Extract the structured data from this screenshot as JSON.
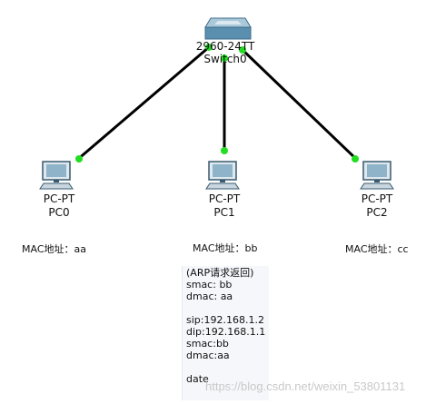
{
  "switch": {
    "model": "2960-24TT",
    "name": "Switch0"
  },
  "pcs": [
    {
      "type": "PC-PT",
      "name": "PC0",
      "mac_label": "MAC地址：aa"
    },
    {
      "type": "PC-PT",
      "name": "PC1",
      "mac_label": "MAC地址：bb"
    },
    {
      "type": "PC-PT",
      "name": "PC2",
      "mac_label": "MAC地址：cc"
    }
  ],
  "packet": {
    "lines": [
      "(ARP请求返回)",
      "smac: bb",
      "dmac: aa",
      "",
      "sip:192.168.1.2",
      "dip:192.168.1.1",
      "smac:bb",
      "dmac:aa",
      "",
      "date"
    ]
  },
  "watermark": "https://blog.csdn.net/weixin_53801131",
  "colors": {
    "link": "#000000",
    "port_up": "#22dd22",
    "switch_body": "#5b8fb0"
  }
}
